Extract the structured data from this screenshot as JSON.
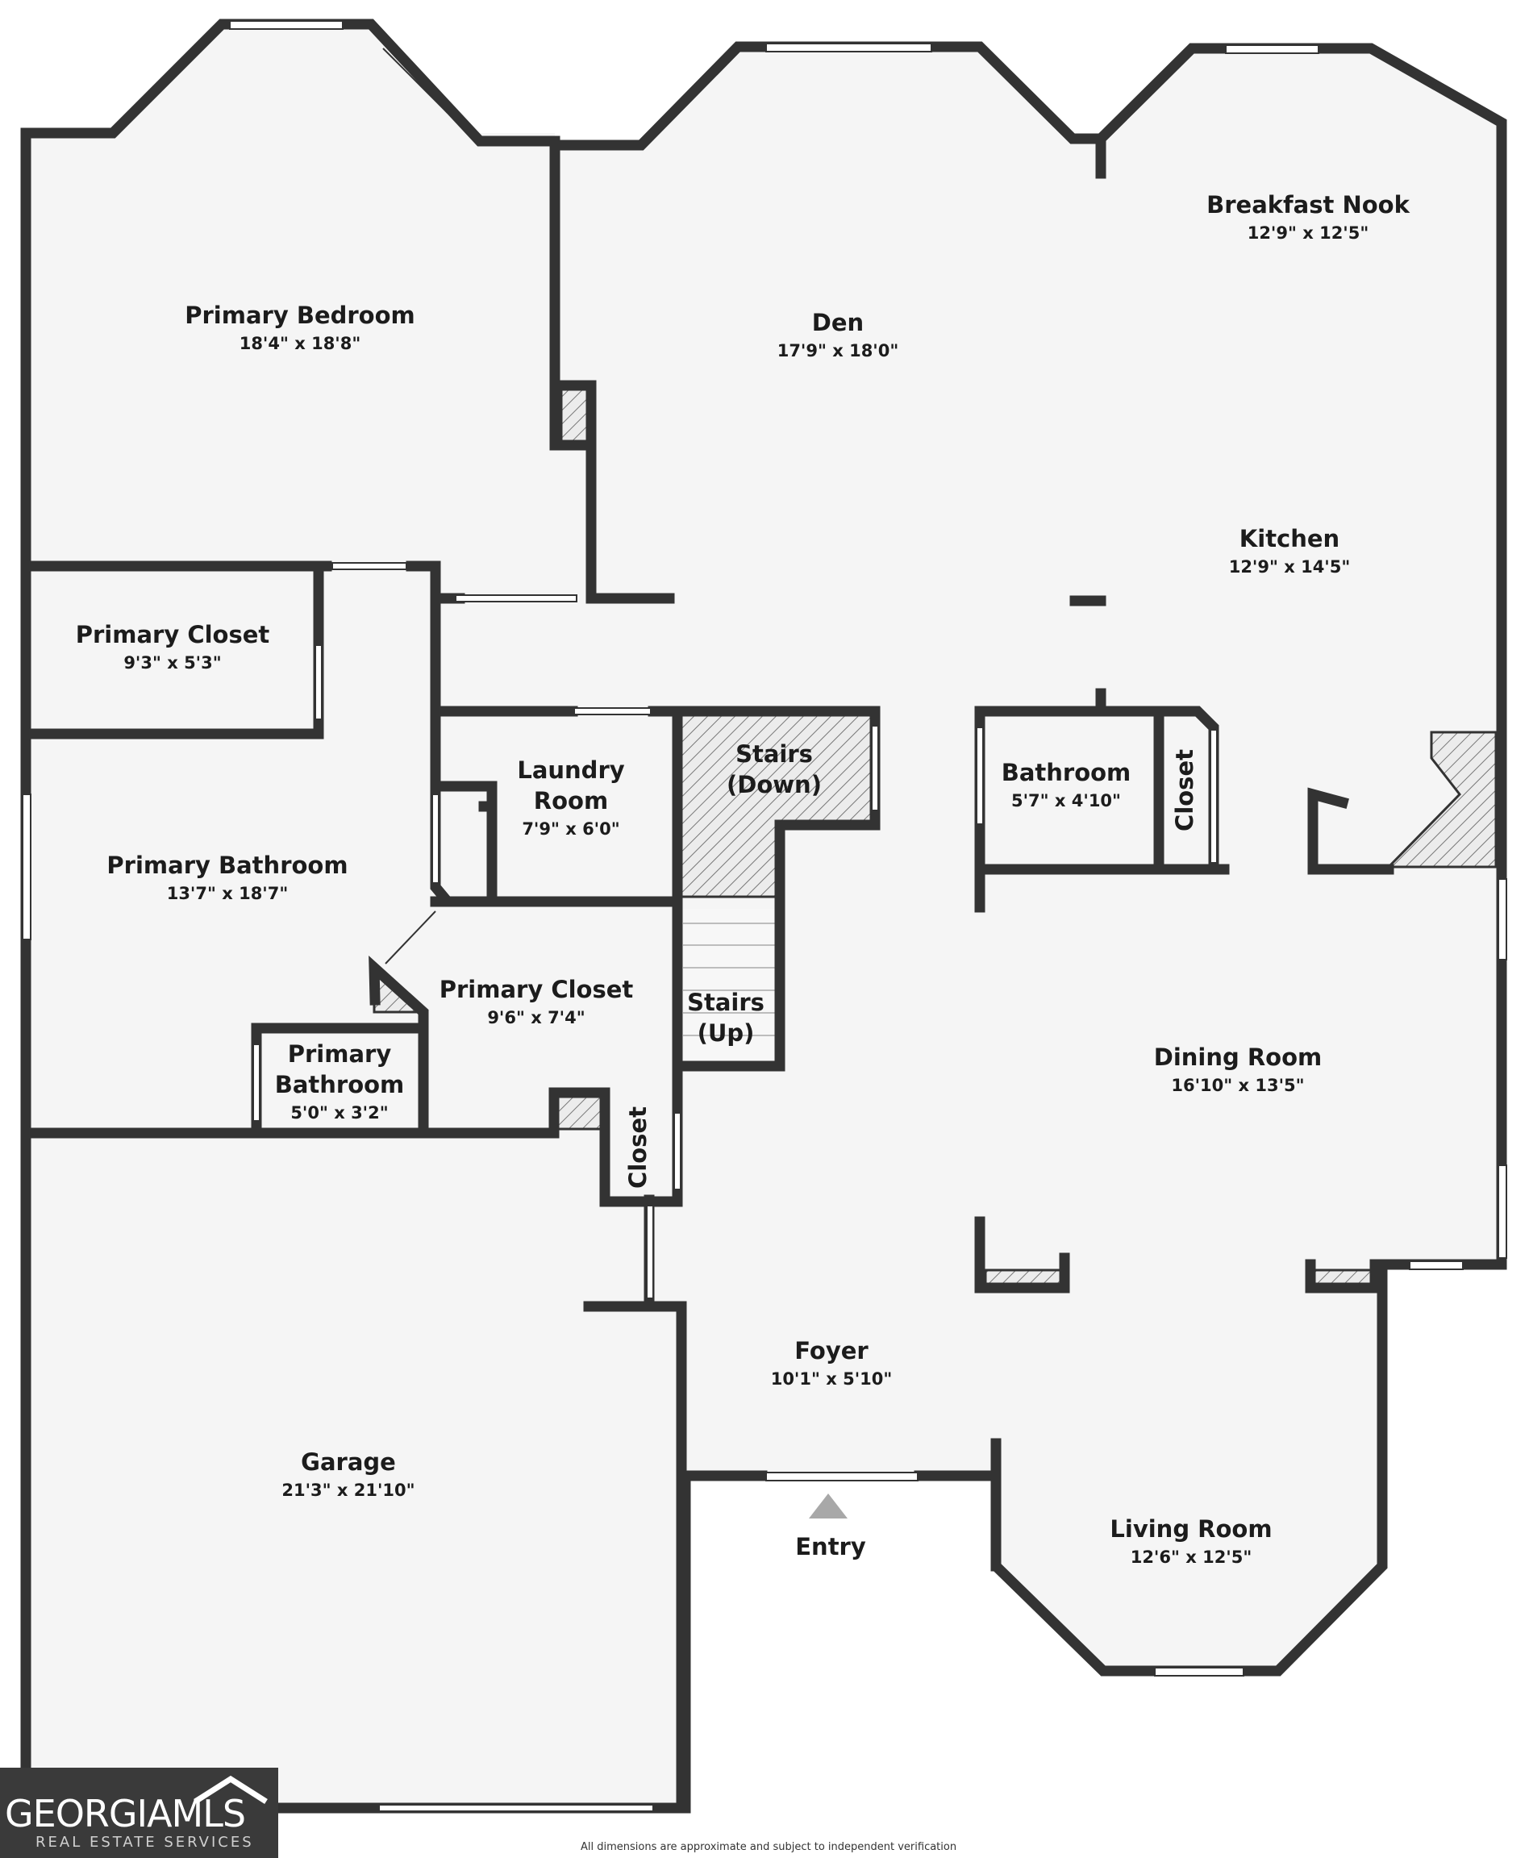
{
  "rooms": [
    {
      "id": "primary-bedroom",
      "name": "Primary Bedroom",
      "dims": "18'4\" x 18'8\""
    },
    {
      "id": "den",
      "name": "Den",
      "dims": "17'9\" x 18'0\""
    },
    {
      "id": "breakfast-nook",
      "name": "Breakfast Nook",
      "dims": "12'9\" x 12'5\""
    },
    {
      "id": "kitchen",
      "name": "Kitchen",
      "dims": "12'9\" x 14'5\""
    },
    {
      "id": "primary-closet-1",
      "name": "Primary Closet",
      "dims": "9'3\" x 5'3\""
    },
    {
      "id": "laundry-room",
      "name_lines": [
        "Laundry",
        "Room"
      ],
      "dims": "7'9\" x 6'0\""
    },
    {
      "id": "stairs-down",
      "name_lines": [
        "Stairs",
        "(Down)"
      ]
    },
    {
      "id": "bathroom",
      "name": "Bathroom",
      "dims": "5'7\" x 4'10\""
    },
    {
      "id": "closet-bath",
      "name": "Closet"
    },
    {
      "id": "primary-bathroom",
      "name": "Primary Bathroom",
      "dims": "13'7\" x 18'7\""
    },
    {
      "id": "primary-closet-2",
      "name": "Primary Closet",
      "dims": "9'6\" x 7'4\""
    },
    {
      "id": "stairs-up",
      "name_lines": [
        "Stairs",
        "(Up)"
      ]
    },
    {
      "id": "primary-bathroom-small",
      "name_lines": [
        "Primary",
        "Bathroom"
      ],
      "dims": "5'0\" x 3'2\""
    },
    {
      "id": "closet-foyer",
      "name": "Closet"
    },
    {
      "id": "dining-room",
      "name": "Dining Room",
      "dims": "16'10\" x 13'5\""
    },
    {
      "id": "foyer",
      "name": "Foyer",
      "dims": "10'1\" x 5'10\""
    },
    {
      "id": "garage",
      "name": "Garage",
      "dims": "21'3\" x 21'10\""
    },
    {
      "id": "living-room",
      "name": "Living Room",
      "dims": "12'6\" x 12'5\""
    },
    {
      "id": "entry",
      "name": "Entry"
    }
  ],
  "logo": {
    "brand": "GEORGIAMLS",
    "subtitle": "REAL ESTATE SERVICES"
  },
  "disclaimer": "All dimensions are approximate and subject to independent verification"
}
